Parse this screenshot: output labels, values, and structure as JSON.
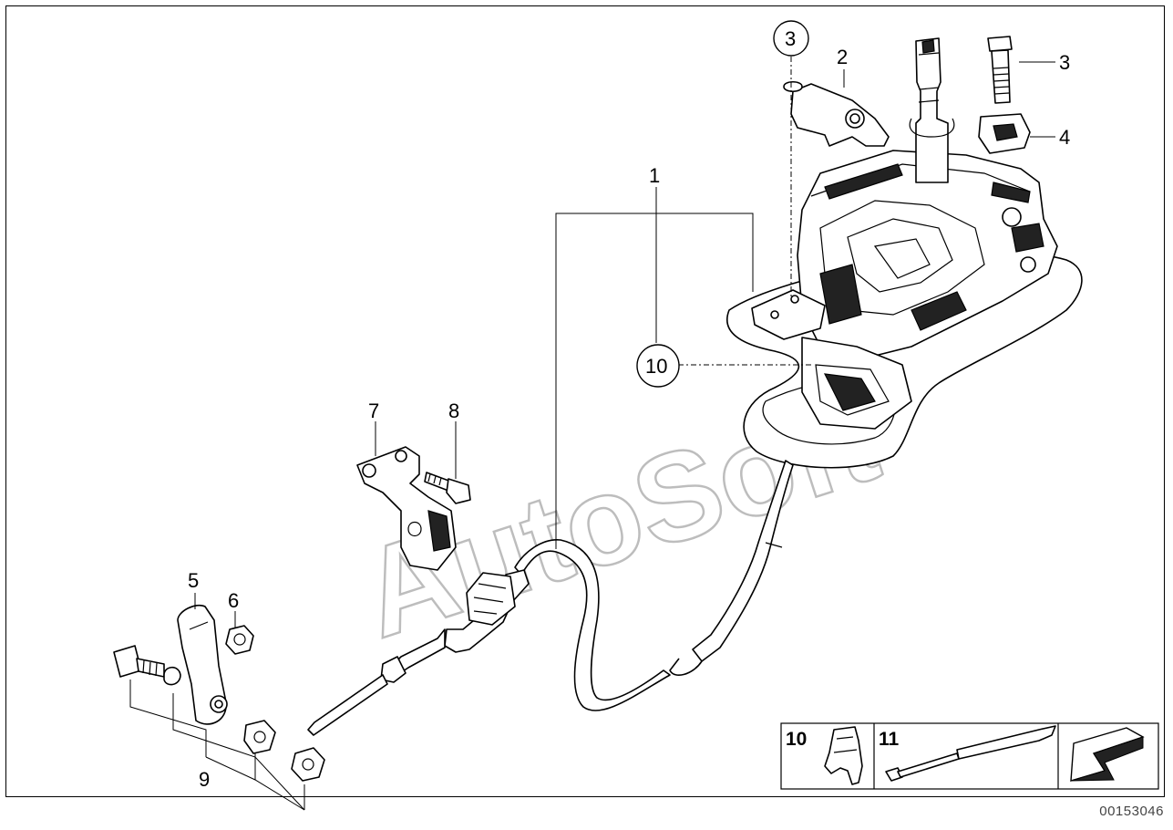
{
  "callouts": {
    "c1": "1",
    "c2": "2",
    "c3_circled": "3",
    "c3": "3",
    "c4": "4",
    "c5": "5",
    "c6": "6",
    "c7": "7",
    "c8": "8",
    "c9": "9",
    "c10_circled": "10"
  },
  "legend": {
    "item10": "10",
    "item11": "11"
  },
  "watermark": "AutoSoft",
  "document_number": "00153046"
}
